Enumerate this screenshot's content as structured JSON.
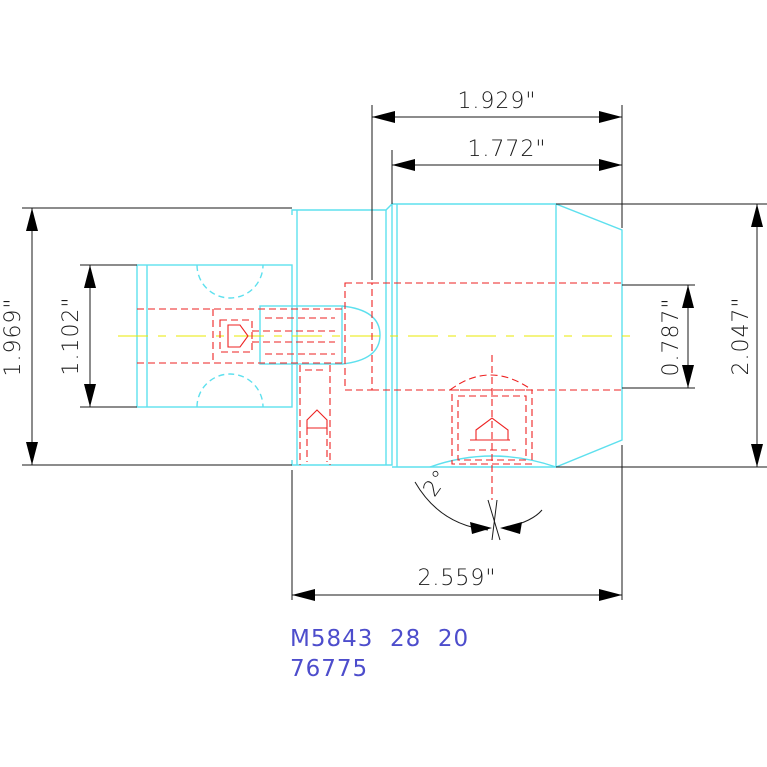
{
  "dimensions": {
    "overall_length": "2.559\"",
    "front_length_outer": "1.929\"",
    "front_length_inner": "1.772\"",
    "shank_diameter": "1.969\"",
    "shank_bore": "1.102\"",
    "bore_diameter": "0.787\"",
    "front_diameter": "2.047\"",
    "angle": "2°"
  },
  "part_label": {
    "line1": "M5843  28  20",
    "line2": "76775"
  },
  "colors": {
    "outline": "#5ee0ee",
    "hidden": "#ee2222",
    "centerline": "#e8e800",
    "dimension": "#1a1a1a",
    "label": "#4d4dcc"
  }
}
